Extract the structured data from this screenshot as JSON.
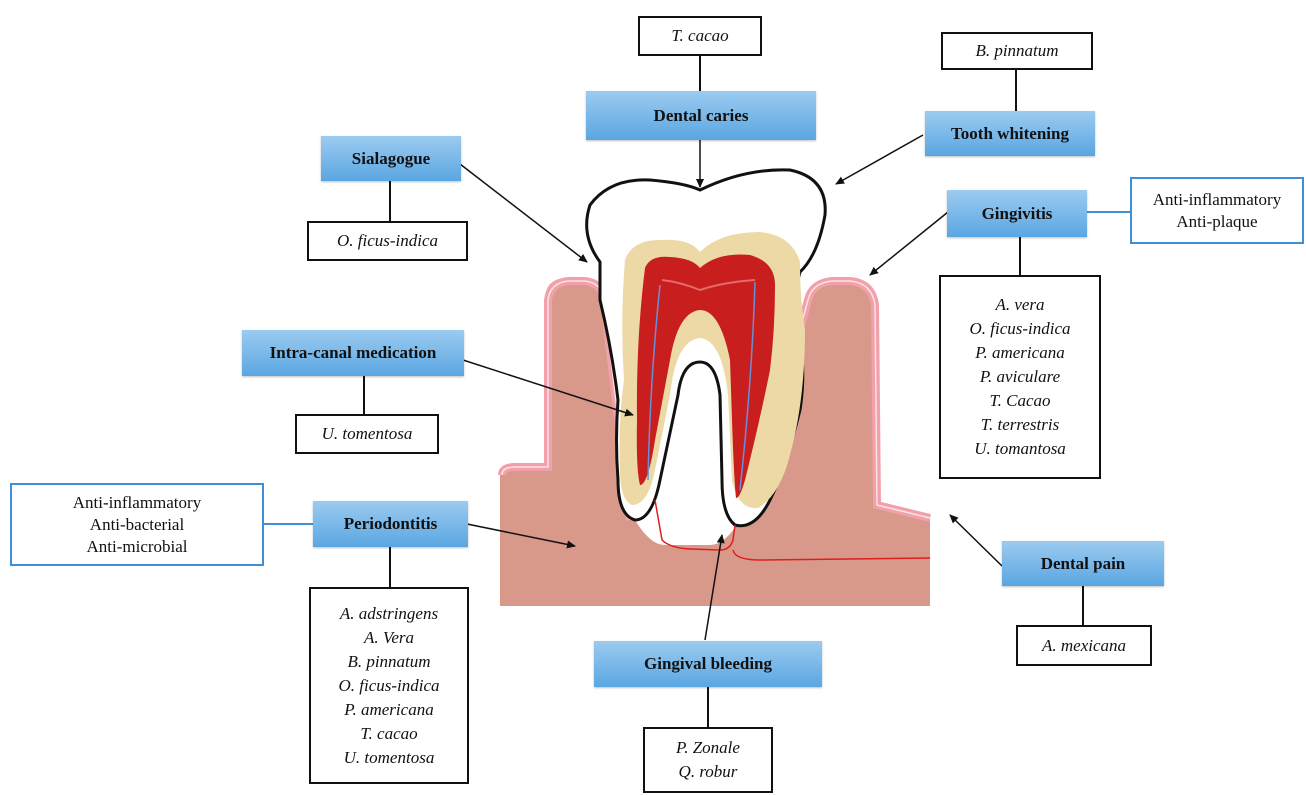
{
  "conditions": {
    "dental_caries": "Dental caries",
    "tooth_whitening": "Tooth whitening",
    "sialagogue": "Sialagogue",
    "gingivitis": "Gingivitis",
    "intra_canal": "Intra-canal medication",
    "periodontitis": "Periodontitis",
    "dental_pain": "Dental pain",
    "gingival_bleeding": "Gingival bleeding"
  },
  "plants": {
    "dental_caries": [
      "T. cacao"
    ],
    "tooth_whitening": [
      "B. pinnatum"
    ],
    "sialagogue": [
      "O. ficus-indica"
    ],
    "gingivitis": [
      "A. vera",
      "O. ficus-indica",
      "P. americana",
      "P. aviculare",
      "T. Cacao",
      "T. terrestris",
      "U. tomantosa"
    ],
    "intra_canal": [
      "U. tomentosa"
    ],
    "periodontitis": [
      "A. adstringens",
      "A. Vera",
      "B. pinnatum",
      "O. ficus-indica",
      "P. americana",
      "T. cacao",
      "U. tomentosa"
    ],
    "dental_pain": [
      "A. mexicana"
    ],
    "gingival_bleeding": [
      "P. Zonale",
      "Q. robur"
    ]
  },
  "effects": {
    "gingivitis": [
      "Anti-inflammatory",
      "Anti-plaque"
    ],
    "periodontitis": [
      "Anti-inflammatory",
      "Anti-bacterial",
      "Anti-microbial"
    ]
  },
  "colors": {
    "condition_fill": "#5aa6e2",
    "effect_border": "#3f8fd8",
    "gum": "#d9998a",
    "gum_edge": "#f2a0aa",
    "dentin": "#ecd9a6",
    "pulp": "#c81e1e",
    "enamel": "#ffffff"
  }
}
